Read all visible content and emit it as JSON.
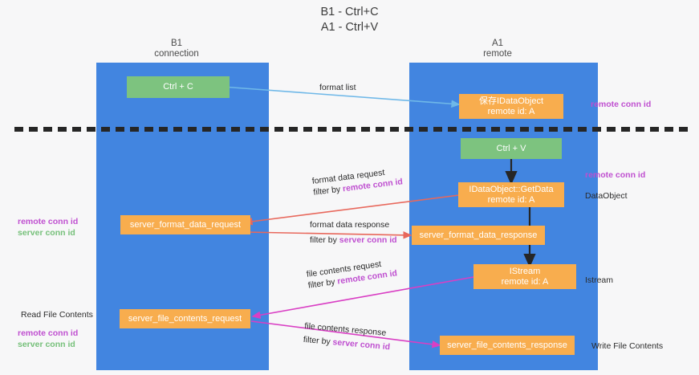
{
  "title": "B1 - Ctrl+C\nA1 - Ctrl+V",
  "columns": {
    "left": "B1\nconnection",
    "right": "A1\nremote"
  },
  "colors": {
    "lane": "#4285e0",
    "green_node": "#7dc37f",
    "orange_node": "#f8ad4e",
    "purple_text": "#bf4fd0",
    "green_text": "#76c07a",
    "blue_arrow": "#6fb8e8",
    "red_arrow": "#e8685c",
    "magenta_arrow": "#d93fc4",
    "dark_arrow": "#262626",
    "background": "#f7f7f8"
  },
  "nodes": {
    "ctrl_c": {
      "line1": "Ctrl + C"
    },
    "save_idataobject": {
      "line1": "保存IDataObject",
      "line2": "remote id: A"
    },
    "ctrl_v": {
      "line1": "Ctrl + V"
    },
    "getdata": {
      "line1": "IDataObject::GetData",
      "line2": "remote id: A"
    },
    "server_format_data_request": {
      "line1": "server_format_data_request"
    },
    "server_format_data_response": {
      "line1": "server_format_data_response"
    },
    "istream": {
      "line1": "IStream",
      "line2": "remote id: A"
    },
    "server_file_contents_request": {
      "line1": "server_file_contents_request"
    },
    "server_file_contents_response": {
      "line1": "server_file_contents_response"
    }
  },
  "edges": {
    "format_list": {
      "line1": "format list"
    },
    "format_data_request": {
      "line1": "format data request",
      "prefix": "filter by ",
      "highlight": "remote conn id"
    },
    "format_data_response": {
      "line1": "format data response",
      "prefix": "filter by ",
      "highlight": "server conn id"
    },
    "file_contents_request": {
      "line1": "file contents request",
      "prefix": "filter by ",
      "highlight": "remote conn id"
    },
    "file_contents_response": {
      "line1": "file contents response",
      "prefix": "filter by ",
      "highlight": "server conn id"
    }
  },
  "annotations": {
    "right_remote_conn_id_top": "remote conn id",
    "right_remote_conn_id_mid": "remote conn id",
    "right_dataobject": "DataObject",
    "right_istream": "Istream",
    "right_write_file_contents": "Write File Contents",
    "left_remote_conn_id_mid": "remote conn id",
    "left_server_conn_id_mid": "server conn id",
    "left_read_file_contents": "Read File Contents",
    "left_remote_conn_id_low": "remote conn id",
    "left_server_conn_id_low": "server conn id"
  }
}
